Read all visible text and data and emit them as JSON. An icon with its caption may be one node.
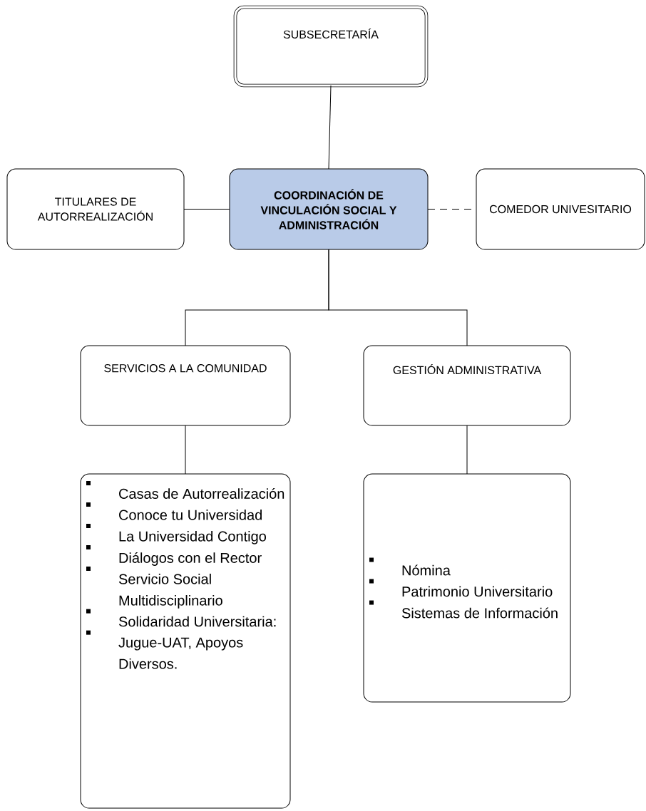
{
  "diagram": {
    "nodes": [
      {
        "text": [
          "SUBSECRETARÍA"
        ]
      },
      {
        "text": [
          "TITULARES DE AUTORREALIZACIÓN"
        ]
      },
      {
        "text": [
          "COORDINACIÓN DE VINCULACIÓN SOCIAL Y ADMINISTRACIÓN"
        ]
      },
      {
        "text": [
          "COMEDOR UNIVESITARIO"
        ]
      },
      {
        "text": [
          "SERVICIOS A LA COMUNIDAD"
        ]
      },
      {
        "text": [
          "GESTIÓN ADMINISTRATIVA"
        ]
      },
      {
        "text": [
          "Casas de Autorrealización",
          "Conoce tu Universidad",
          "La Universidad Contigo",
          "Diálogos con el Rector",
          "Servicio Social Multidisciplinario",
          "Solidaridad Universitaria:",
          "Jugue-UAT, Apoyos Diversos."
        ]
      },
      {
        "text": [
          "Nómina",
          "Patrimonio Universitario",
          "Sistemas de Información"
        ]
      }
    ],
    "edges": [
      {
        "from": 0,
        "to": 2,
        "arrow": "none"
      },
      {
        "from": 1,
        "to": 2,
        "arrow": "none"
      },
      {
        "from": 2,
        "to": 3,
        "arrow": "none",
        "style": "dashed"
      },
      {
        "from": 2,
        "to": 4,
        "arrow": "none"
      },
      {
        "from": 2,
        "to": 5,
        "arrow": "none"
      },
      {
        "from": 4,
        "to": 6,
        "arrow": "none"
      },
      {
        "from": 5,
        "to": 7,
        "arrow": "none"
      }
    ]
  }
}
